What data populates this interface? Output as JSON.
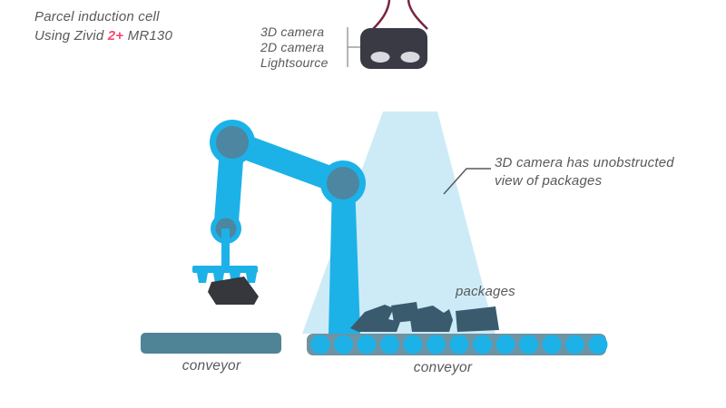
{
  "title": {
    "line1": "Parcel induction cell",
    "line2_prefix": "Using Zivid ",
    "line2_highlight": "2+",
    "line2_suffix": " MR130"
  },
  "camera_label": {
    "lines": [
      "3D camera",
      "2D camera",
      "Lightsource"
    ]
  },
  "annotation": {
    "line1": "3D camera has unobstructed",
    "line2": "view of packages"
  },
  "packages_label": "packages",
  "conveyors": {
    "left": {
      "label": "conveyor"
    },
    "right": {
      "label": "conveyor",
      "roller_count": 13
    }
  },
  "icons": {
    "camera_unit": "3d-camera-device",
    "robot": "pick-robot-arm",
    "light_cone": "camera-field-of-view"
  },
  "colors": {
    "robot_cyan": "#1cb2e8",
    "joint_gray_blue": "#4c86a1",
    "light_cone": "#cdebf7",
    "camera_body": "#3a3a44",
    "camera_lens": "#d8dae0",
    "wire_maroon": "#7b2441",
    "left_conveyor": "#4f8396",
    "right_conveyor_band": "#6d93a4",
    "held_package": "#36363d",
    "conveyor_packages": "#3a5b6e",
    "text_gray": "#58595b",
    "highlight_pink": "#f9486c"
  }
}
